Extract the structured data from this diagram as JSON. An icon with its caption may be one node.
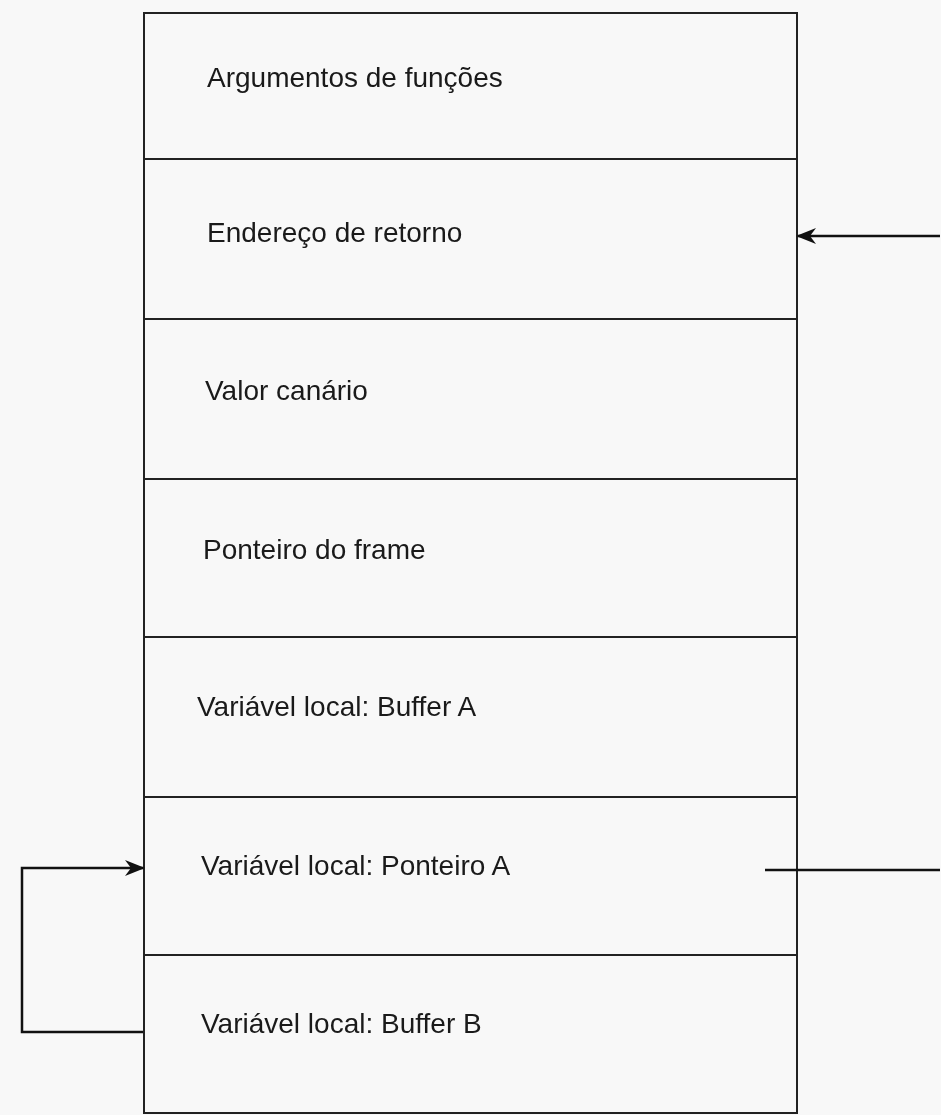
{
  "diagram": {
    "nodes": [
      {
        "text": [
          "Argumentos de funções"
        ]
      },
      {
        "text": [
          "Endereço de retorno"
        ]
      },
      {
        "text": [
          "Valor canário"
        ]
      },
      {
        "text": [
          "Ponteiro do frame"
        ]
      },
      {
        "text": [
          "Variável local: Buffer A"
        ]
      },
      {
        "text": [
          "Variável local: Ponteiro A"
        ]
      },
      {
        "text": [
          "Variável local: Buffer B"
        ]
      }
    ],
    "edges": [
      {
        "from": null,
        "to": 1,
        "arrow": "to"
      },
      {
        "from": 5,
        "to": null,
        "arrow": "none"
      },
      {
        "from": 6,
        "to": 5,
        "arrow": "to"
      }
    ]
  }
}
